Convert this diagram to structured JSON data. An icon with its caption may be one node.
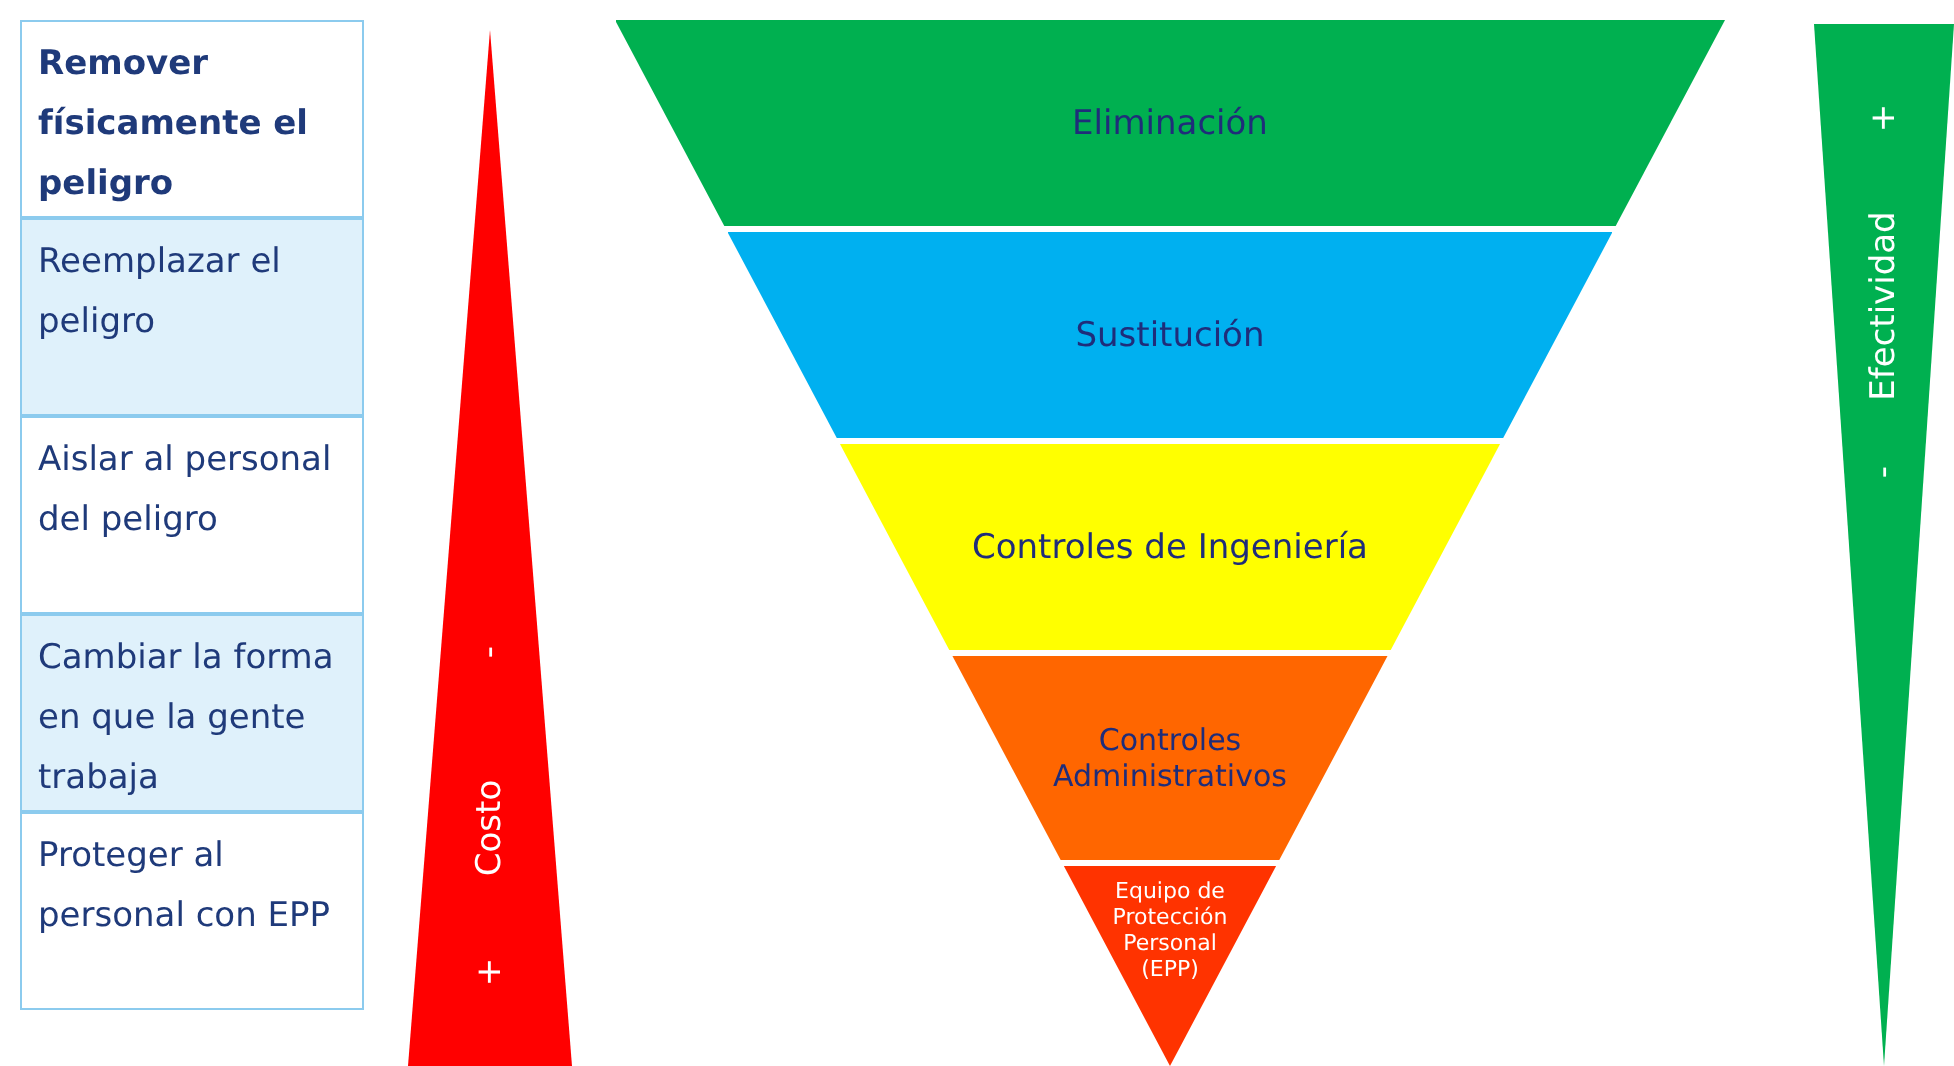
{
  "diagram": {
    "nodes": [
      {
        "text": [
          "Remover físicamente el peligro"
        ]
      },
      {
        "text": [
          "Reemplazar el peligro"
        ]
      },
      {
        "text": [
          "Aislar al personal del peligro"
        ]
      },
      {
        "text": [
          "Cambiar la forma en que la gente trabaja"
        ]
      },
      {
        "text": [
          "Proteger al personal con EPP"
        ]
      },
      {
        "text": [
          "-",
          "Costo",
          "+"
        ]
      },
      {
        "text": [
          "Eliminación"
        ]
      },
      {
        "text": [
          "Sustitución"
        ]
      },
      {
        "text": [
          "Controles de Ingeniería"
        ]
      },
      {
        "text": [
          "Controles Administrativos"
        ]
      },
      {
        "text": [
          "Equipo de Protección Personal (EPP)"
        ]
      },
      {
        "text": [
          "+",
          "Efectividad",
          "-"
        ]
      }
    ]
  }
}
